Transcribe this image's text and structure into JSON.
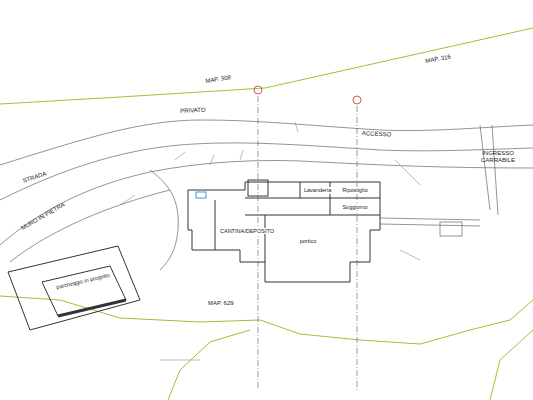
{
  "diagram": {
    "nodes": [
      {
        "text": [
          "CANTINA/DEPOSITO"
        ]
      },
      {
        "text": [
          "portico"
        ]
      },
      {
        "text": [
          "Lavanderia"
        ]
      },
      {
        "text": [
          "Ripostiglio"
        ]
      },
      {
        "text": [
          "Soggiorno"
        ]
      },
      {
        "text": [
          "parcheggio in progetto"
        ]
      }
    ],
    "edges": [],
    "labels": [
      "MAP. 308",
      "MAP. 316",
      "STRADA",
      "PRIVATO",
      "ACCESSO",
      "MURO IN PIETRA",
      "INGRESSO CARRABILE",
      "MAP. 629"
    ]
  }
}
